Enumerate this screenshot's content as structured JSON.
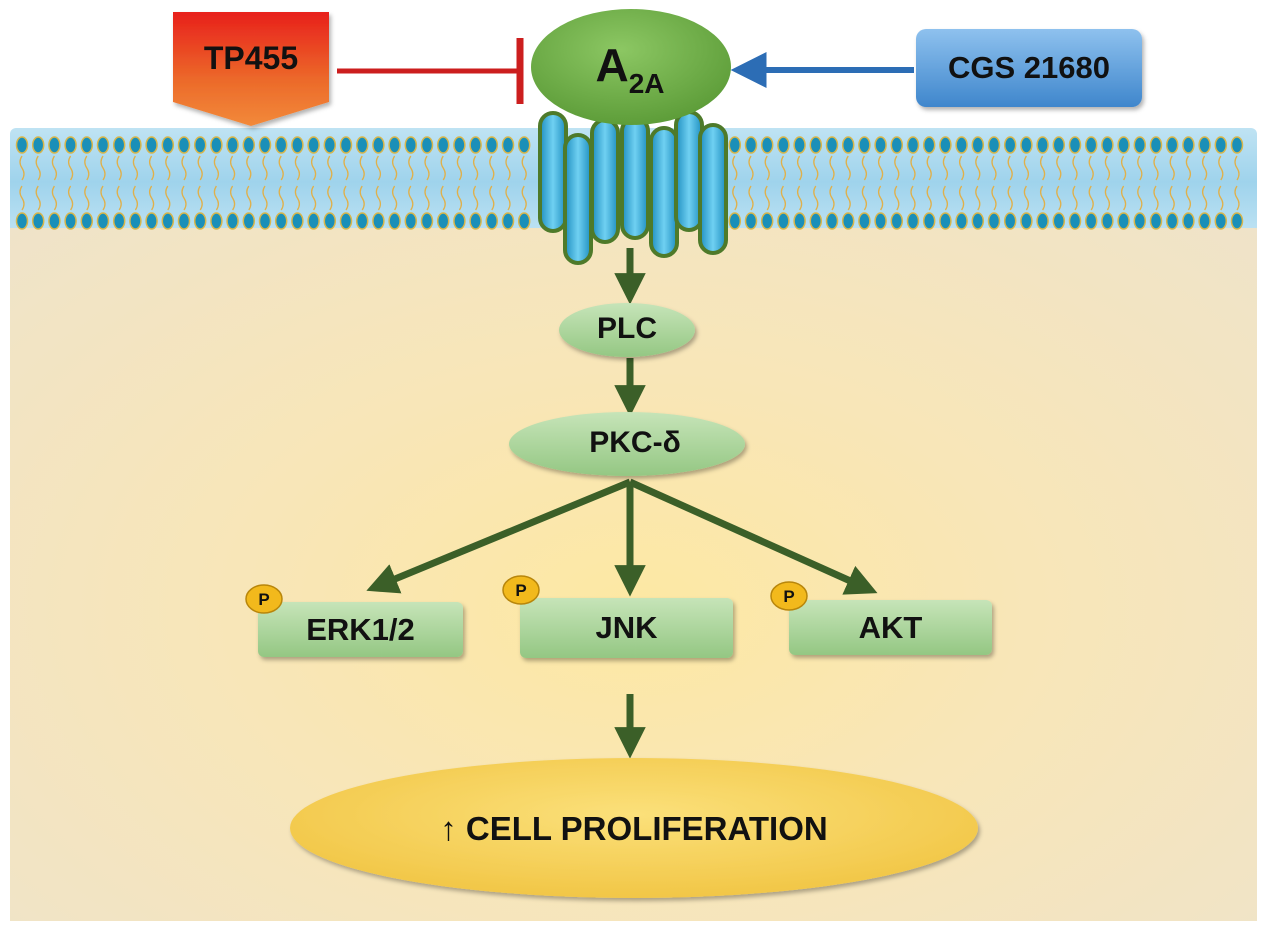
{
  "ligands": {
    "antagonist": "TP455",
    "agonist": "CGS 21680"
  },
  "receptor": {
    "label_main": "A",
    "label_sub": "2A"
  },
  "pathway": {
    "plc": "PLC",
    "pkc": "PKC-δ"
  },
  "kinases": [
    {
      "label": "ERK1/2",
      "phospho": "P"
    },
    {
      "label": "JNK",
      "phospho": "P"
    },
    {
      "label": "AKT",
      "phospho": "P"
    }
  ],
  "outcome": "↑ CELL PROLIFERATION",
  "colors": {
    "inhibition": "#cc1e1e",
    "activation": "#2c6db5",
    "pathway_arrow": "#3b5f28",
    "node_green": "#a8d39a",
    "receptor_green": "#6aae45",
    "outcome_yellow": "#f5cf55",
    "phospho_yellow": "#f2b91c"
  }
}
